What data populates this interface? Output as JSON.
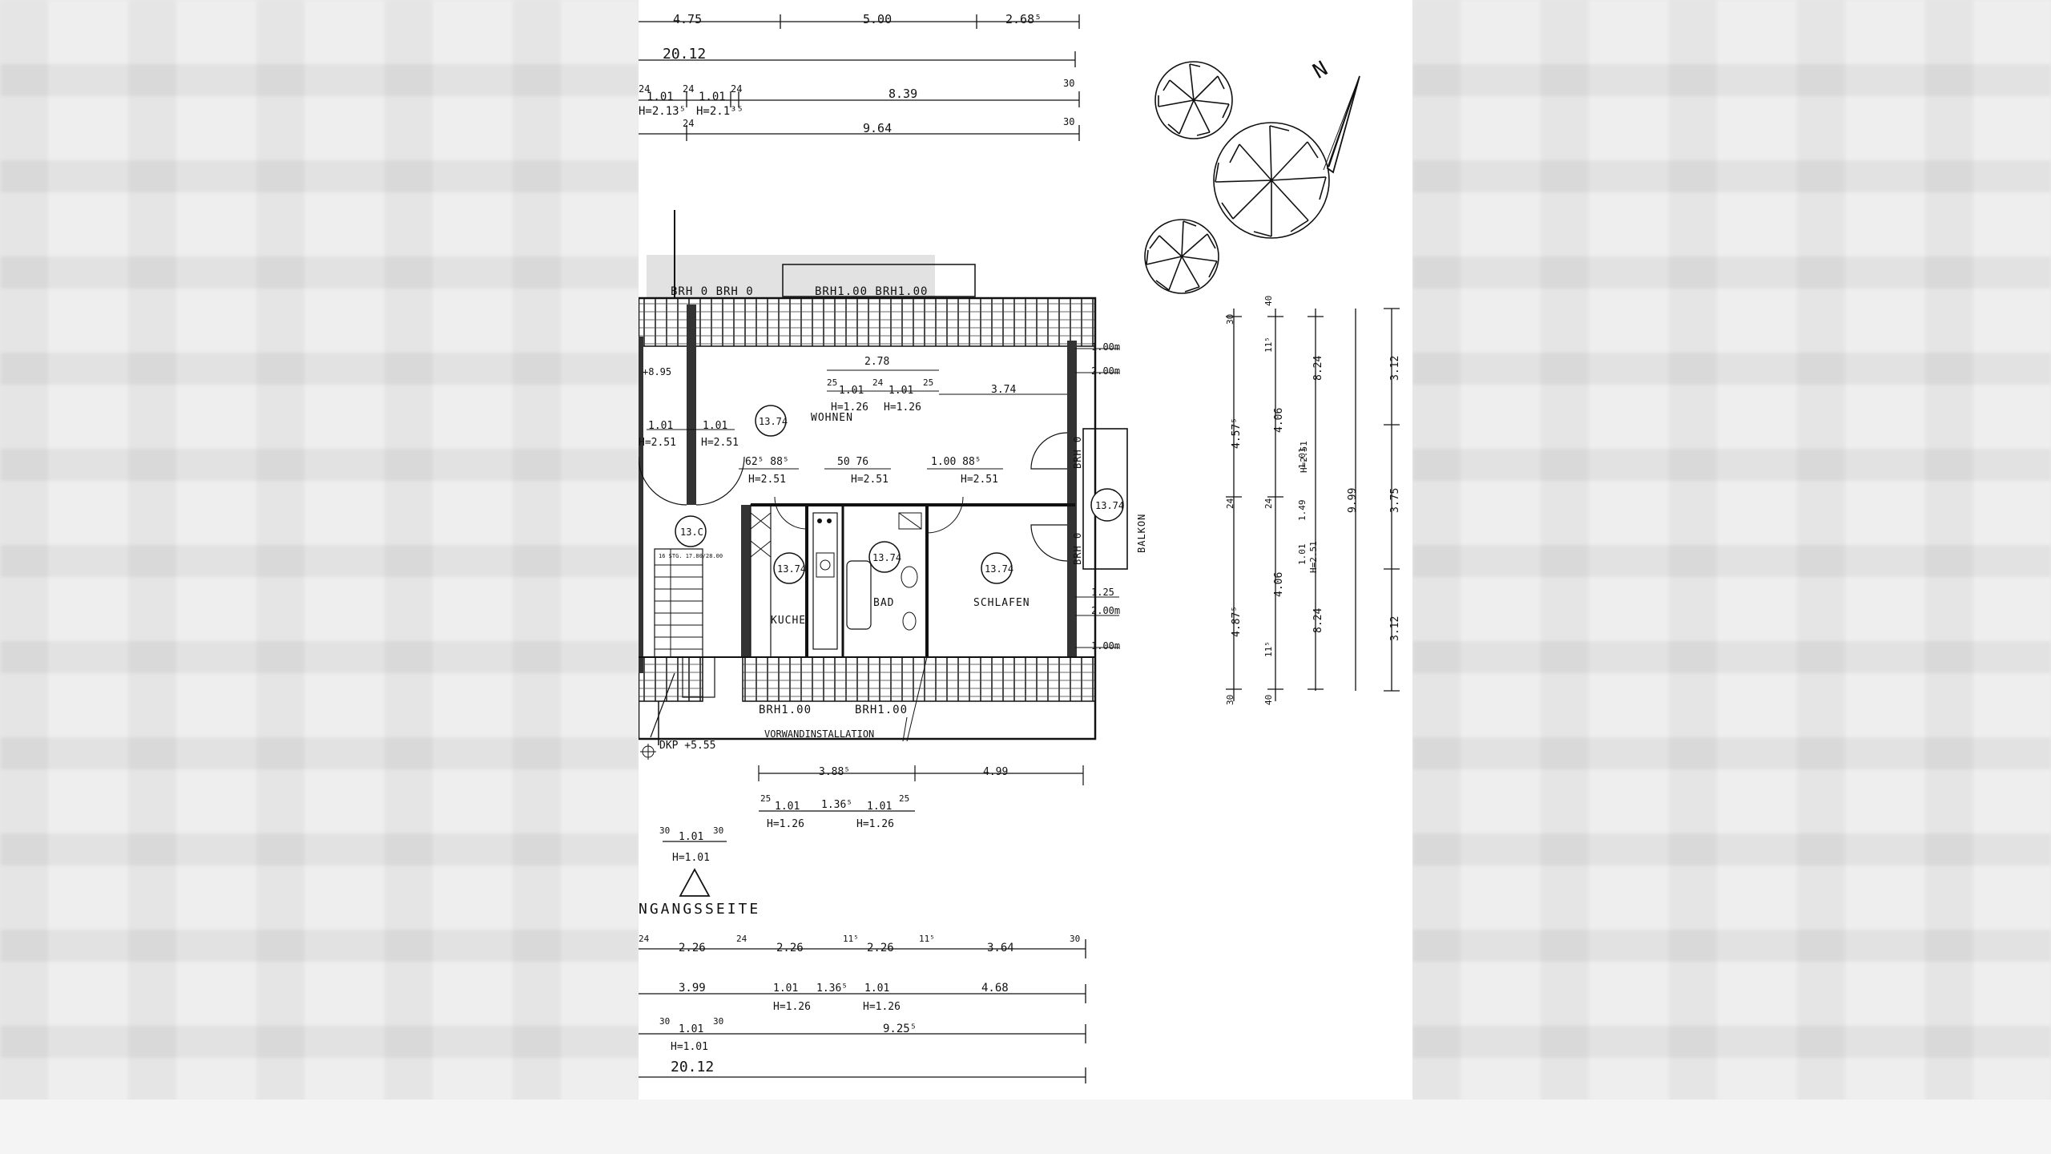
{
  "top_dims": {
    "row1": [
      "4.75",
      "5.00",
      "2.68⁵"
    ],
    "total_top": "20.12",
    "row3_small": [
      "24",
      "24",
      "24",
      "1.01",
      "1.01",
      "H=2.13⁵",
      "H=2.1³⁵"
    ],
    "row3_long": "8.39",
    "row3_end": "30",
    "row4": [
      "24",
      "9.64",
      "30"
    ]
  },
  "roof_labels": {
    "top_left": "BRH 0  BRH 0",
    "top_right": "BRH1.00  BRH1.00",
    "bottom_left": "BRH1.00",
    "bottom_right": "BRH1.00",
    "balcony_top": "BRH 0",
    "balcony_bottom": "BRH 0"
  },
  "rooms": {
    "wohnen": "WOHNEN",
    "kueche": "KUCHE",
    "bad": "BAD",
    "schlafen": "SCHLAFEN",
    "balkon": "BALKON"
  },
  "markers": {
    "wohnen": "13.74",
    "kueche": "13.74",
    "bad": "13.74",
    "schlafen": "13.74",
    "balkon": "13.74",
    "stair": "13.C"
  },
  "inner_dims": {
    "w_278": "2.78",
    "w_25a": "25",
    "w_24": "24",
    "w_25b": "25",
    "w_101a": "1.01",
    "w_101b": "1.01",
    "w_h126a": "H=1.26",
    "w_h126b": "H=1.26",
    "w_374": "3.74",
    "left_101a": "1.01",
    "left_101b": "1.01",
    "left_h251a": "H=2.51",
    "left_h251b": "H=2.51",
    "p_62": "62⁵ 88⁵",
    "p_50": "50 76",
    "p_100": "1.00 88⁵",
    "p_h251a": "H=2.51",
    "p_h251b": "H=2.51",
    "p_h251c": "H=2.51",
    "right_100a": "1.00m",
    "right_200a": "2.00m",
    "right_125": "1.25",
    "right_200b": "2.00m",
    "right_100b": "1.00m",
    "elev_left": "+8.95",
    "stair_note": "16 STG. 17.80/28.00"
  },
  "annotations": {
    "dkp": "DKP +5.55",
    "vorwand": "VORWANDINSTALLATION",
    "entrance": "NGANGSSEITE"
  },
  "lower_dims": {
    "b1": [
      "3.88⁵",
      "4.99"
    ],
    "b2": [
      "25",
      "1.01",
      "1.36⁵",
      "1.01",
      "25"
    ],
    "b2h": [
      "H=1.26",
      "H=1.26"
    ],
    "b3": [
      "30",
      "1.01",
      "30"
    ],
    "b3h": "H=1.01"
  },
  "bottom_dims": {
    "r1": [
      "24",
      "2.26",
      "24",
      "2.26",
      "11⁵",
      "2.26",
      "11⁵",
      "3.64",
      "30"
    ],
    "r2": [
      "3.99",
      "1.01",
      "1.36⁵",
      "1.01",
      "4.68"
    ],
    "r2h": [
      "H=1.26",
      "H=1.26"
    ],
    "r3": [
      "30",
      "1.01",
      "30",
      "9.25⁵"
    ],
    "r3h": "H=1.01",
    "total": "20.12"
  },
  "right_dims": {
    "c1": [
      "30",
      "4.57⁵",
      "24",
      "4.87⁵",
      "30"
    ],
    "c2": [
      "40",
      "11⁵",
      "4.06",
      "24",
      "4.06",
      "11⁵",
      "40"
    ],
    "c3": [
      "8.24",
      "1.01",
      "H=2.51",
      "1.49",
      "1.01",
      "H=2.51",
      "8.24"
    ],
    "c4": [
      "9.99"
    ],
    "c5": [
      "3.12",
      "3.75",
      "3.12"
    ]
  },
  "north": "N"
}
